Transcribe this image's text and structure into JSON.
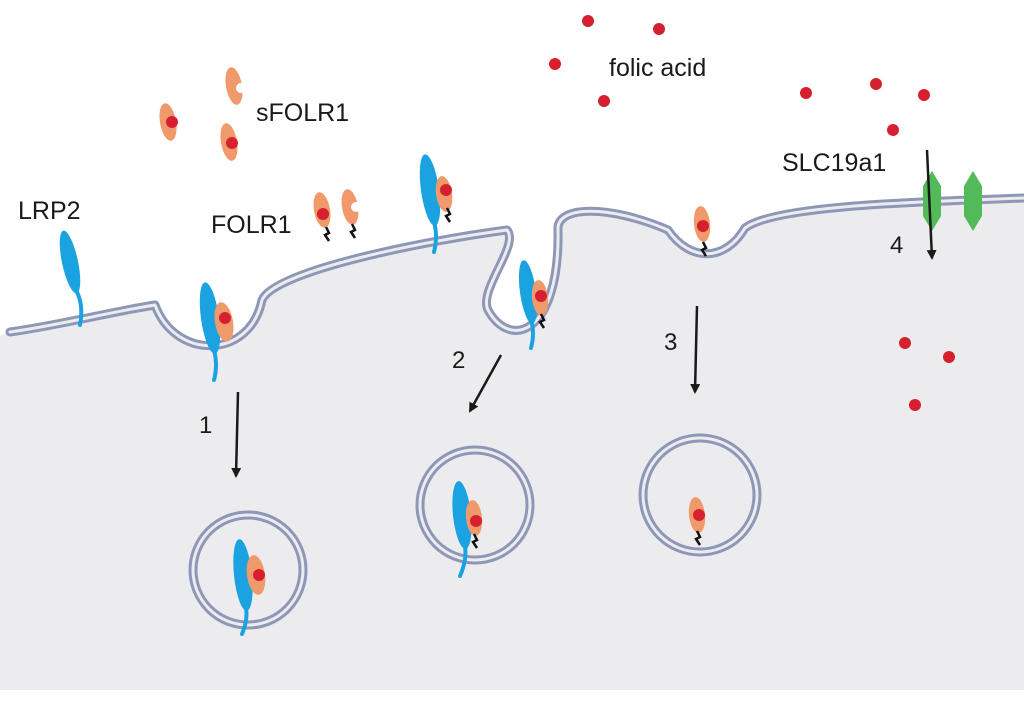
{
  "labels": {
    "lrp2": "LRP2",
    "folr1": "FOLR1",
    "sfolr1": "sFOLR1",
    "folic_acid": "folic acid",
    "slc19a1": "SLC19a1"
  },
  "pathways": [
    "1",
    "2",
    "3",
    "4"
  ],
  "colors": {
    "cytoplasm": "#ececee",
    "membrane": "#8e97b8",
    "lrp2": "#1aa3e0",
    "folr1": "#f0996a",
    "folic_acid": "#d62030",
    "slc19a1": "#52ba56",
    "arrow": "#1a1a1a"
  }
}
